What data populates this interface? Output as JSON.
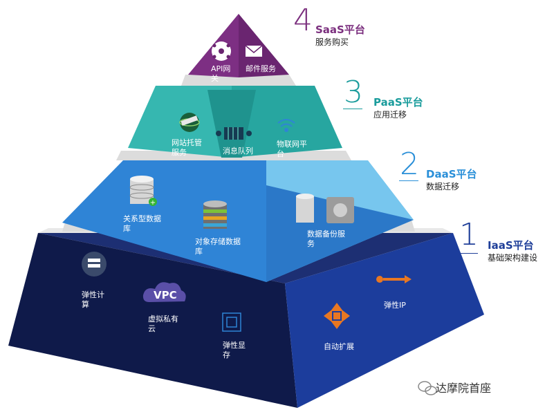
{
  "tiers": [
    {
      "number": "4",
      "title": "SaaS平台",
      "subtitle": "服务购买",
      "color": "#7b2f7e"
    },
    {
      "number": "3",
      "title": "PaaS平台",
      "subtitle": "应用迁移",
      "color": "#1a9c9c"
    },
    {
      "number": "2",
      "title": "DaaS平台",
      "subtitle": "数据迁移",
      "color": "#2a8fd8"
    },
    {
      "number": "1",
      "title": "IaaS平台",
      "subtitle": "基础架构建设",
      "color": "#1f3f99"
    }
  ],
  "saas": {
    "api_gateway": "API网关",
    "mail_service": "邮件服务"
  },
  "paas": {
    "web_hosting": "网站托管服务",
    "message_queue": "消息队列",
    "iot_platform": "物联网平台"
  },
  "daas": {
    "relational_db": "关系型数据库",
    "object_storage": "对象存储数据库",
    "backup": "数据备份服务"
  },
  "iaas": {
    "elastic_compute": "弹性计算",
    "vpc_badge": "VPC",
    "vpc": "虚拟私有云",
    "elastic_gpu": "弹性显存",
    "elastic_ip": "弹性IP",
    "auto_scaling": "自动扩展"
  },
  "watermark": "达摩院首座"
}
